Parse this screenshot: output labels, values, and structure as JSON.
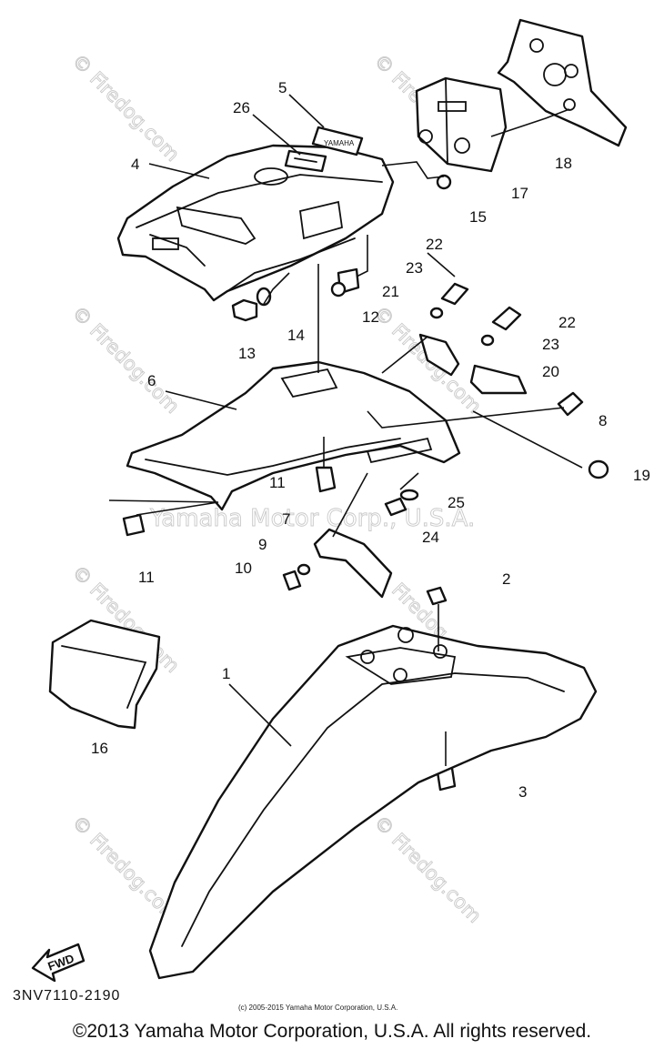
{
  "watermarks": {
    "firedog": "© Firedog.com",
    "yamaha": "Yamaha Motor Corp., U.S.A."
  },
  "callouts": {
    "c1": "1",
    "c2": "2",
    "c3": "3",
    "c4": "4",
    "c5": "5",
    "c6": "6",
    "c7": "7",
    "c8": "8",
    "c9": "9",
    "c10": "10",
    "c11a": "11",
    "c11b": "11",
    "c12": "12",
    "c13": "13",
    "c14": "14",
    "c15": "15",
    "c16": "16",
    "c17": "17",
    "c18": "18",
    "c19": "19",
    "c20": "20",
    "c21": "21",
    "c22a": "22",
    "c22b": "22",
    "c23a": "23",
    "c23b": "23",
    "c24": "24",
    "c25": "25",
    "c26": "26"
  },
  "fwd_arrow": "FWD",
  "emblem_text": "YAMAHA",
  "diagram_code": "3NV7110-2190",
  "small_copyright": "(c) 2005-2015 Yamaha Motor Corporation, U.S.A.",
  "copyright": "©2013 Yamaha Motor Corporation, U.S.A. All rights reserved."
}
